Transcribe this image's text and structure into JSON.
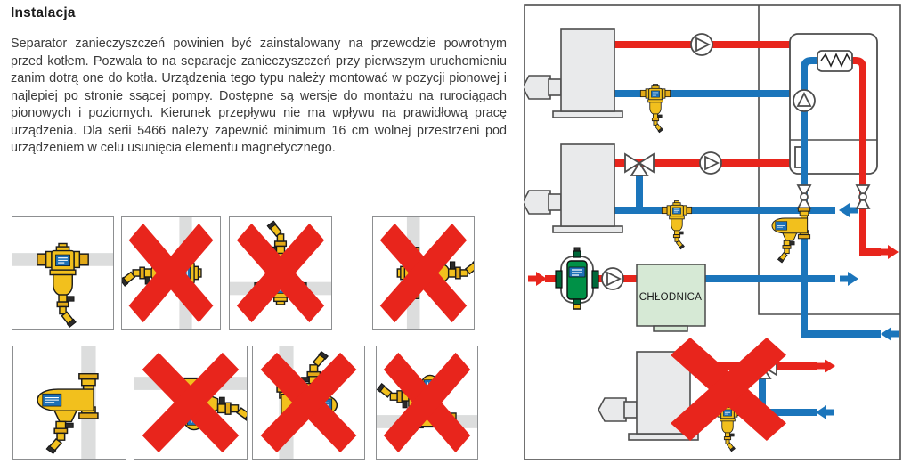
{
  "title": "Instalacja",
  "paragraph": "Separator zanieczyszczeń powinien być zainstalowany na przewodzie powrotnym przed kotłem. Pozwala to na separacje zanieczyszczeń przy pierwszym uruchomieniu zanim dotrą one do kotła. Urządzenia tego typu należy montować w pozycji pionowej i najlepiej po stronie ssącej pompy. Dostępne są wersje do montażu na rurociągach pionowych i poziomych. Kierunek przepływu nie ma wpływu na prawidłową pracę urządzenia. Dla serii 5466 należy zapewnić minimum 16 cm wolnej przestrzeni pod urządzeniem w celu usunięcia elementu magnetycznego.",
  "colors": {
    "pipe_hot": "#e8251c",
    "pipe_return": "#1b75bb",
    "pipe_neutral": "#dcdddd",
    "device_yellow": "#f2c01d",
    "device_label_blue": "#1d70b7",
    "separator_green": "#009147",
    "cooler_fill": "#d6e9d5",
    "cross_red": "#e8251c",
    "outline_gray": "#4d4d4d"
  },
  "orientation_grid": {
    "rows": [
      {
        "cells": [
          {
            "device": "inline-separator",
            "pipe": "horizontal",
            "pipe_pos_pct": 38,
            "anchor_pct": [
              50,
              38
            ],
            "rotation_deg": 0,
            "allowed": true
          },
          {
            "device": "inline-separator",
            "pipe": "vertical",
            "pipe_pos_pct": 65,
            "anchor_pct": [
              65,
              50
            ],
            "rotation_deg": 90,
            "allowed": false
          },
          {
            "device": "inline-separator",
            "pipe": "horizontal",
            "pipe_pos_pct": 64,
            "anchor_pct": [
              50,
              64
            ],
            "rotation_deg": 180,
            "allowed": false
          },
          {
            "device": "inline-separator",
            "pipe": "vertical",
            "pipe_pos_pct": 40,
            "anchor_pct": [
              40,
              50
            ],
            "rotation_deg": -90,
            "allowed": false
          }
        ]
      },
      {
        "cells": [
          {
            "device": "angle-separator",
            "pipe": "vertical",
            "pipe_pos_pct": 67,
            "anchor_pct": [
              67,
              45
            ],
            "rotation_deg": 0,
            "allowed": true
          },
          {
            "device": "angle-separator",
            "pipe": "horizontal",
            "pipe_pos_pct": 33,
            "anchor_pct": [
              50,
              33
            ],
            "rotation_deg": -90,
            "allowed": false
          },
          {
            "device": "angle-separator",
            "pipe": "vertical",
            "pipe_pos_pct": 30,
            "anchor_pct": [
              30,
              55
            ],
            "rotation_deg": 180,
            "allowed": false
          },
          {
            "device": "angle-separator",
            "pipe": "horizontal",
            "pipe_pos_pct": 67,
            "anchor_pct": [
              56,
              67
            ],
            "rotation_deg": 90,
            "allowed": false
          }
        ]
      }
    ]
  },
  "right_panel": {
    "cooler_label": "CHŁODNICA",
    "diagrams": [
      {
        "name": "separator-on-floor-boiler-return",
        "allowed": true
      },
      {
        "name": "separator-on-return-with-three-way-valve",
        "allowed": true
      },
      {
        "name": "separator-before-chiller",
        "allowed": true
      },
      {
        "name": "separator-on-wall-boiler-return",
        "allowed": true
      },
      {
        "name": "separator-between-boiler-and-tee",
        "allowed": false
      }
    ]
  }
}
